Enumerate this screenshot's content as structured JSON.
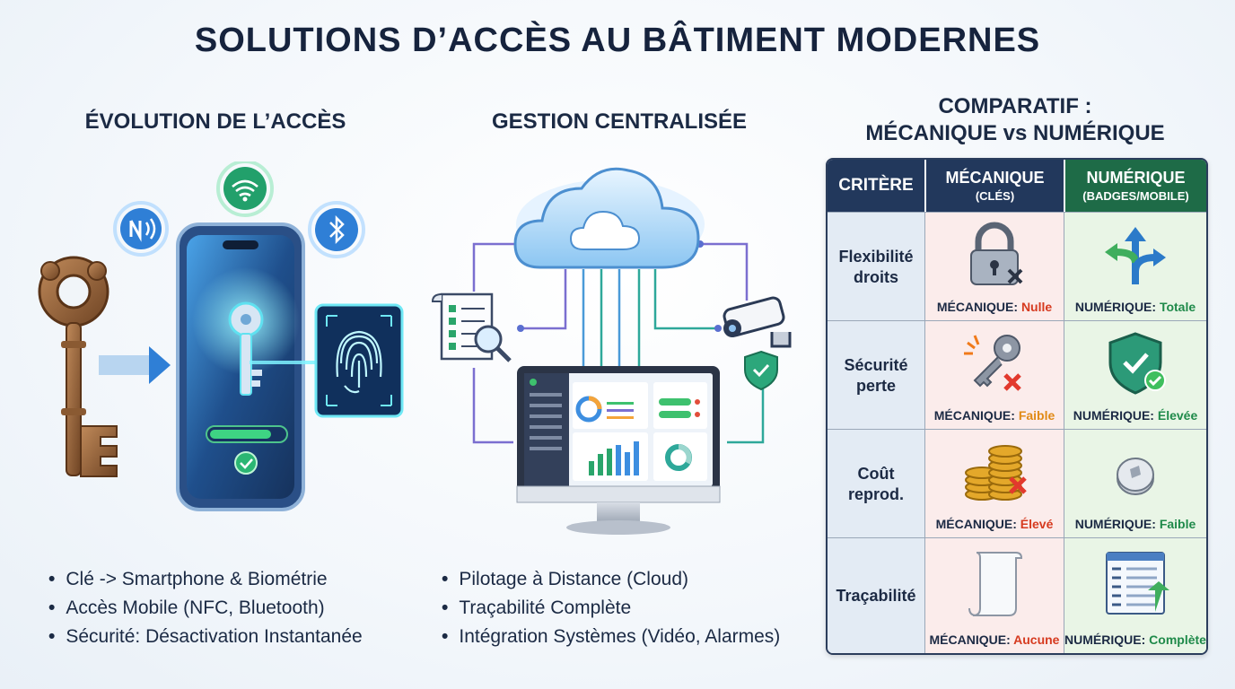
{
  "title": "SOLUTIONS D’ACCÈS AU BÂTIMENT MODERNES",
  "evolution": {
    "title": "ÉVOLUTION DE L’ACCÈS",
    "bullets": [
      "Clé -> Smartphone & Biométrie",
      "Accès Mobile (NFC, Bluetooth)",
      "Sécurité: Désactivation Instantanée"
    ],
    "icons": [
      "antique-key-icon",
      "arrow-icon",
      "smartphone-icon",
      "nfc-icon",
      "wifi-icon",
      "bluetooth-icon",
      "fingerprint-icon",
      "check-icon"
    ]
  },
  "centralized": {
    "title": "GESTION CENTRALISÉE",
    "bullets": [
      "Pilotage à Distance (Cloud)",
      "Traçabilité Complète",
      "Intégration Systèmes (Vidéo, Alarmes)"
    ],
    "icons": [
      "cloud-icon",
      "document-search-icon",
      "security-camera-icon",
      "shield-check-icon",
      "monitor-dashboard-icon"
    ]
  },
  "comparison": {
    "title_line1": "COMPARATIF :",
    "title_line2": "MÉCANIQUE vs NUMÉRIQUE",
    "headers": {
      "criterion": "CRITÈRE",
      "mechanical": "MÉCANIQUE",
      "mechanical_sub": "(CLÉS)",
      "digital": "NUMÉRIQUE",
      "digital_sub": "(BADGES/MOBILE)"
    },
    "rows": [
      {
        "criterion_l1": "Flexibilité",
        "criterion_l2": "droits",
        "mech_prefix": "MÉCANIQUE:",
        "mech_value": "Nulle",
        "dig_prefix": "NUMÉRIQUE:",
        "dig_value": "Totale",
        "mech_icon": "padlock-icon",
        "dig_icon": "directions-arrows-icon"
      },
      {
        "criterion_l1": "Sécurité",
        "criterion_l2": "perte",
        "mech_prefix": "MÉCANIQUE:",
        "mech_value": "Faible",
        "dig_prefix": "NUMÉRIQUE:",
        "dig_value": "Élevée",
        "mech_icon": "broken-key-icon",
        "dig_icon": "shield-check-icon"
      },
      {
        "criterion_l1": "Coût",
        "criterion_l2": "reprod.",
        "mech_prefix": "MÉCANIQUE:",
        "mech_value": "Élevé",
        "dig_prefix": "NUMÉRIQUE:",
        "dig_value": "Faible",
        "mech_icon": "coins-icon",
        "dig_icon": "coin-icon"
      },
      {
        "criterion_l1": "Traçabilité",
        "criterion_l2": "",
        "mech_prefix": "MÉCANIQUE:",
        "mech_value": "Aucune",
        "dig_prefix": "NUMÉRIQUE:",
        "dig_value": "Complète",
        "mech_icon": "blank-scroll-icon",
        "dig_icon": "log-window-icon"
      }
    ]
  },
  "colors": {
    "navy": "#22385c",
    "green": "#1e6b47",
    "red": "#d63a1f",
    "okgreen": "#1f8a4a",
    "blue": "#2f7fd6"
  }
}
